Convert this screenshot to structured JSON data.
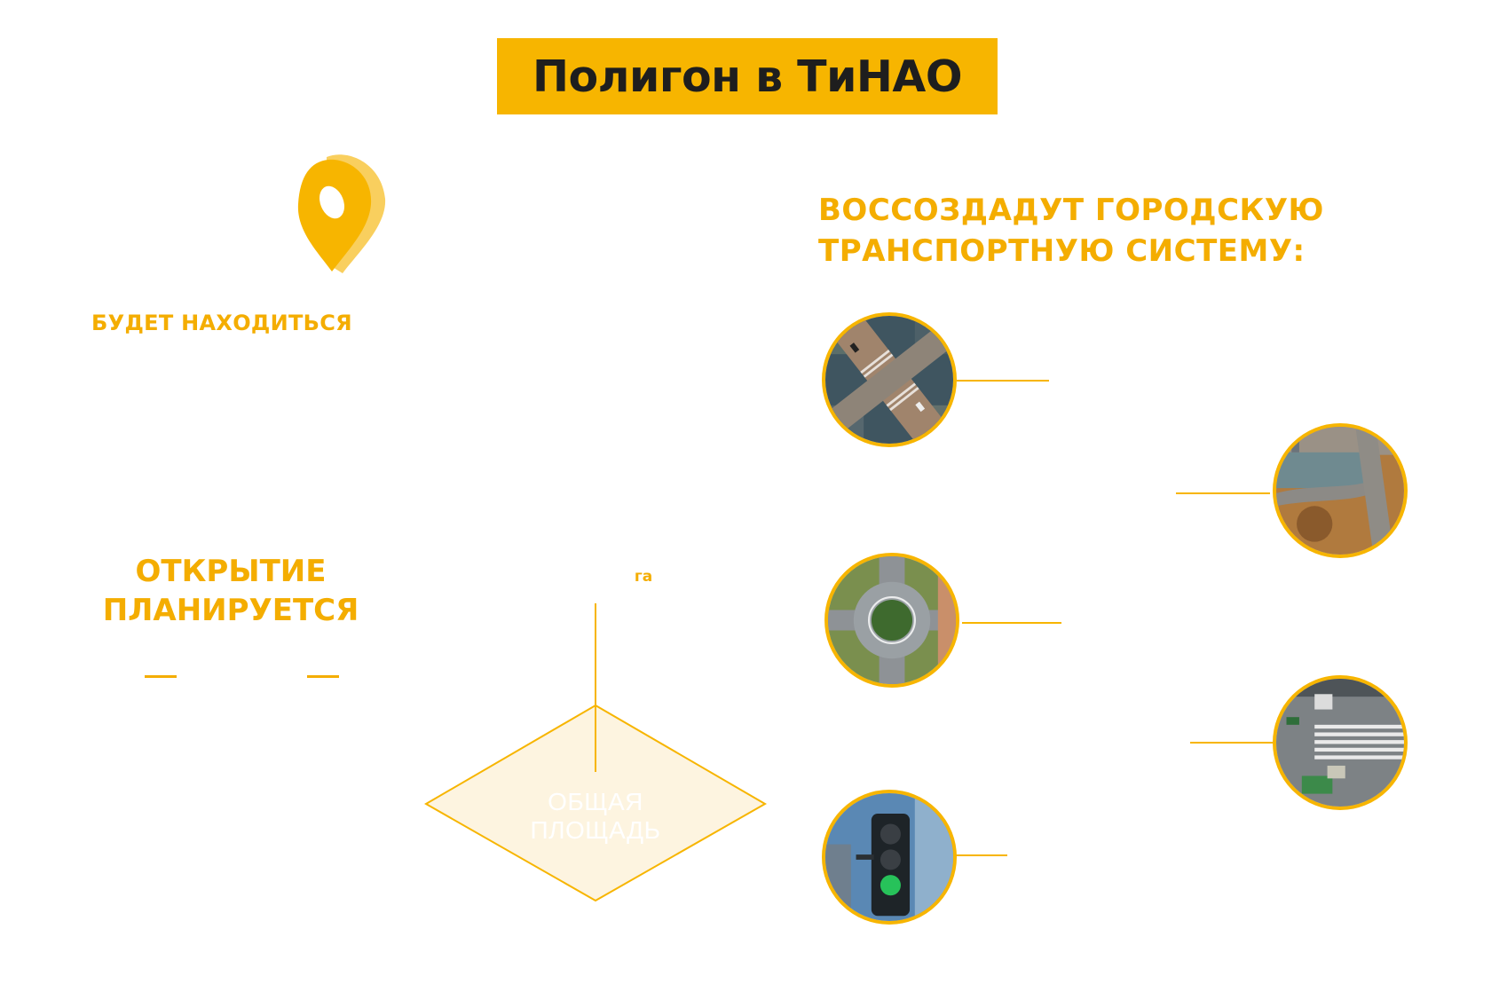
{
  "title": "Полигон в ТиНАО",
  "location": {
    "icon": "location-pin-icon",
    "label": "БУДЕТ НАХОДИТЬСЯ"
  },
  "opening": {
    "line1": "ОТКРЫТИЕ",
    "line2": "ПЛАНИРУЕТСЯ"
  },
  "area": {
    "unit": "га",
    "label_line1": "ОБЩАЯ",
    "label_line2": "ПЛОЩАДЬ"
  },
  "transport": {
    "heading_line1": "ВОССОЗДАДУТ ГОРОДСКУЮ",
    "heading_line2": "ТРАНСПОРТНУЮ СИСТЕМУ:",
    "items": [
      {
        "icon": "intersection-photo"
      },
      {
        "icon": "highway-interchange-photo"
      },
      {
        "icon": "roundabout-photo"
      },
      {
        "icon": "street-crossing-photo"
      },
      {
        "icon": "traffic-light-photo"
      }
    ]
  },
  "colors": {
    "accent": "#f7b500",
    "text_accent": "#f4ad00",
    "title_text": "#1e1e1e",
    "area_fill": "#fdf4e0"
  }
}
